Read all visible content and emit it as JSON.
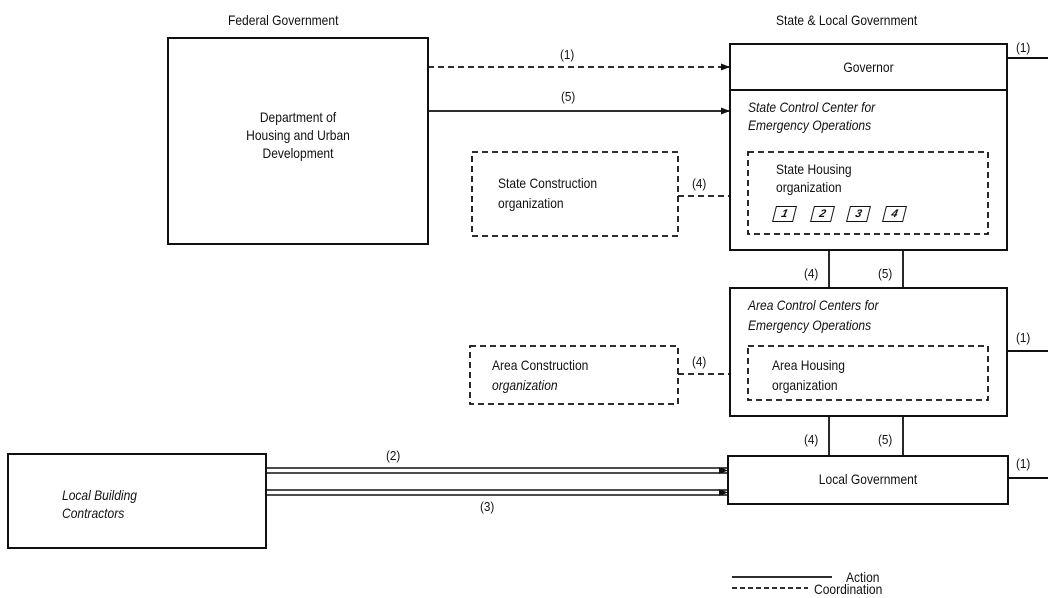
{
  "headers": {
    "federal": "Federal Government",
    "state_local": "State & Local Government"
  },
  "nodes": {
    "hud": [
      "Department of",
      "Housing and Urban",
      "Development"
    ],
    "governor": "Governor",
    "state_control_center": [
      "State Control Center for",
      "Emergency Operations"
    ],
    "state_housing": [
      "State Housing",
      "organization"
    ],
    "state_housing_units": [
      "1",
      "2",
      "3",
      "4"
    ],
    "state_construction": [
      "State Construction",
      "organization"
    ],
    "area_control_centers": [
      "Area Control Centers for",
      "Emergency Operations"
    ],
    "area_housing": [
      "Area Housing",
      "organization"
    ],
    "area_construction": [
      "Area Construction",
      "organization"
    ],
    "local_government": "Local Government",
    "local_contractors": [
      "Local Building",
      "Contractors"
    ]
  },
  "edge_labels": {
    "hud_governor": "(1)",
    "hud_state_center": "(5)",
    "state_construction_link": "(4)",
    "state_to_area_action": "(4)",
    "state_to_area_coord": "(5)",
    "area_construction_link": "(4)",
    "area_to_local_action": "(4)",
    "area_to_local_coord": "(5)",
    "contractors_top": "(2)",
    "contractors_bottom": "(3)",
    "right_governor": "(1)",
    "right_area": "(1)",
    "right_local": "(1)"
  },
  "legend": {
    "action": "Action",
    "coordination": "Coordination"
  }
}
